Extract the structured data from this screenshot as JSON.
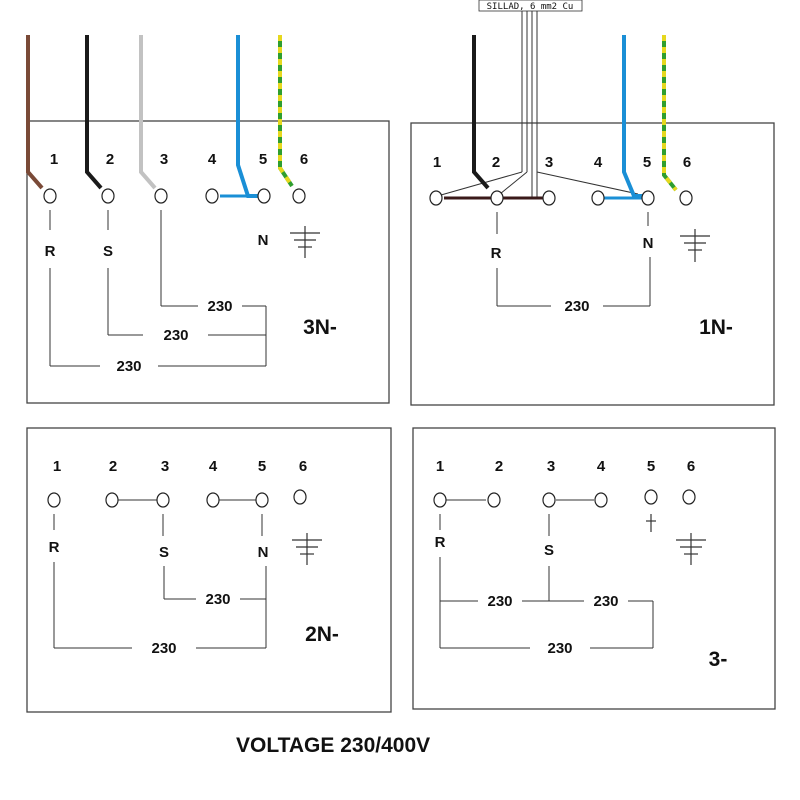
{
  "diagram": {
    "bridge_label": "SILLAD, 6 mm2 Cu",
    "footer": "VOLTAGE 230/400V",
    "wire_colors": {
      "brown": "#7a4a37",
      "black": "#1a1a1a",
      "grey": "#c2c2c2",
      "blue": "#1a8fd6",
      "earth_green": "#2f9e2f",
      "earth_yellow": "#e6d81e",
      "bridge": "#3a1a1a"
    },
    "panels": [
      {
        "id": "3n",
        "mode": "3N-",
        "terminals": [
          "1",
          "2",
          "3",
          "4",
          "5",
          "6"
        ],
        "phases": [
          "R",
          "S",
          "N"
        ],
        "values": [
          "230",
          "230",
          "230"
        ]
      },
      {
        "id": "1n",
        "mode": "1N-",
        "terminals": [
          "1",
          "2",
          "3",
          "4",
          "5",
          "6"
        ],
        "phases": [
          "R",
          "N"
        ],
        "values": [
          "230"
        ]
      },
      {
        "id": "2n",
        "mode": "2N-",
        "terminals": [
          "1",
          "2",
          "3",
          "4",
          "5",
          "6"
        ],
        "phases": [
          "R",
          "S",
          "N"
        ],
        "values": [
          "230",
          "230"
        ]
      },
      {
        "id": "3",
        "mode": "3-",
        "terminals": [
          "1",
          "2",
          "3",
          "4",
          "5",
          "6"
        ],
        "phases": [
          "R",
          "S"
        ],
        "values": [
          "230",
          "230",
          "230"
        ]
      }
    ]
  }
}
